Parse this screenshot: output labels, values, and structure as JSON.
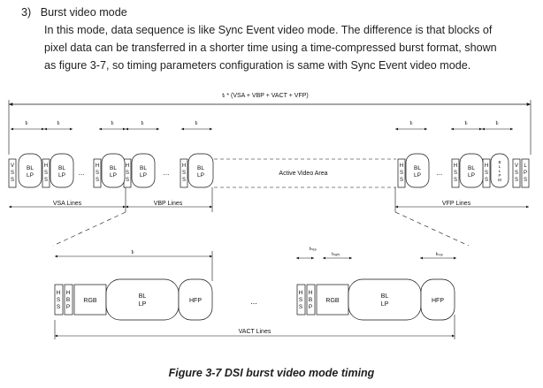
{
  "section": {
    "heading": "3)   Burst video mode",
    "lines": [
      "In this mode, data sequence is like Sync Event video mode. The difference is that blocks of",
      "pixel data can be transferred in a shorter time using a time-compressed burst format, shown",
      "as figure 3-7, so timing parameters configuration is same with Sync Event video mode."
    ]
  },
  "figure": {
    "caption": "Figure 3-7 DSI burst video mode timing",
    "top_span": "tₗ * (VSA + VBP + VACT + VFP)",
    "tl": "tₗ",
    "ellipsis": "...",
    "active_area": "Active Video Area",
    "vsa_lines": "VSA Lines",
    "vbp_lines": "VBP Lines",
    "vfp_lines": "VFP Lines",
    "vact_lines": "VACT Lines",
    "hbp_label": "tₕₑₚ",
    "hact_label": "tₕₐₕₜ",
    "hfp_label": "tₕₒₚ",
    "rgb": "RGB",
    "bl": "BL",
    "lp": "LP",
    "hfp": "HFP",
    "blm": "BLLPM"
  }
}
